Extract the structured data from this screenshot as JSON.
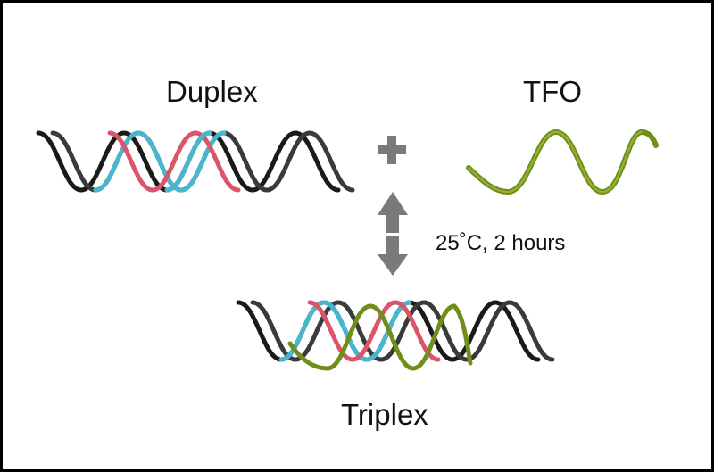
{
  "labels": {
    "duplex": "Duplex",
    "tfo": "TFO",
    "condition": "25˚C, 2 hours",
    "triplex": "Triplex"
  },
  "icons": {
    "plus": "plus-icon",
    "arrow": "double-arrow-icon"
  },
  "colors": {
    "frame": "#000000",
    "backbone_dark": "#1a1a1a",
    "strand_cyan": "#49b6cf",
    "strand_red": "#d9566a",
    "strand_olive": "#6f8e1a",
    "operator_gray": "#7a7a7a"
  }
}
